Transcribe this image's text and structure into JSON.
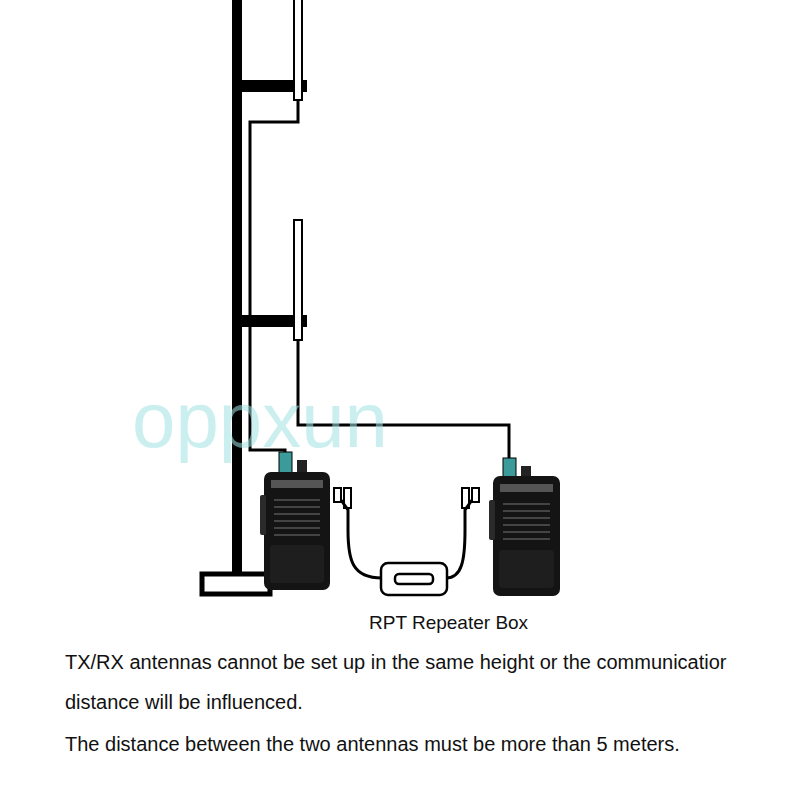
{
  "diagram": {
    "nodes": [
      {
        "text": [
          "RPT Repeater Box"
        ]
      }
    ],
    "labels": [
      "oppxun",
      "TX/RX antennas cannot be set up in the same height or the communicatior distance will be influenced.",
      "The distance between the two antennas must be more than 5 meters."
    ]
  }
}
